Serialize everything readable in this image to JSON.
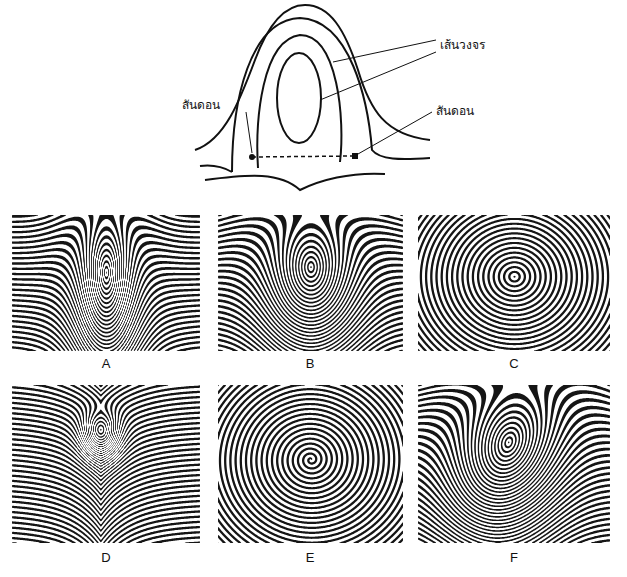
{
  "diagram": {
    "labels": [
      "สันดอน",
      "เส้นวงจร",
      "สันดอน",
      "A",
      "B",
      "C",
      "D",
      "E",
      "F"
    ]
  }
}
